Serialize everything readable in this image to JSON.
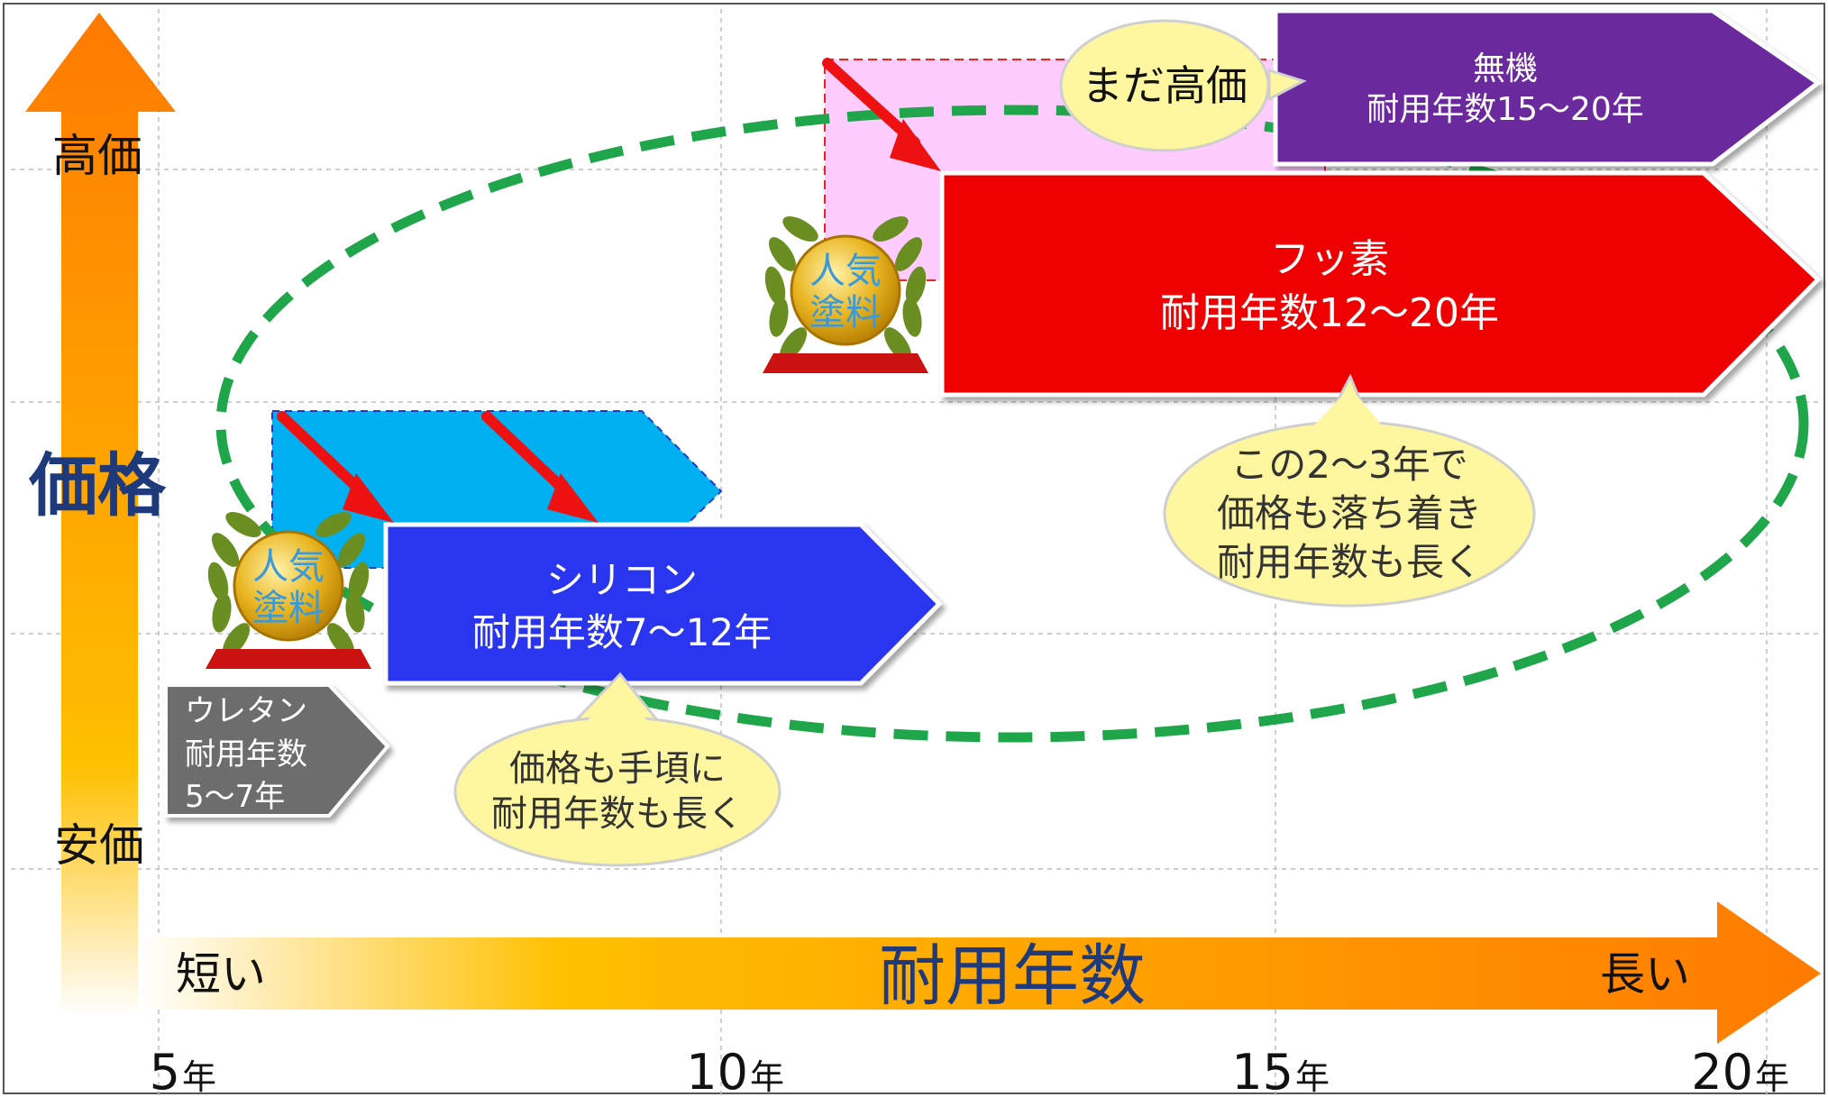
{
  "y_axis": {
    "title": "価格",
    "high": "高価",
    "low": "安価"
  },
  "x_axis": {
    "title": "耐用年数",
    "short": "短い",
    "long": "長い",
    "ticks": [
      {
        "num": "5",
        "unit": "年"
      },
      {
        "num": "10",
        "unit": "年"
      },
      {
        "num": "15",
        "unit": "年"
      },
      {
        "num": "20",
        "unit": "年"
      }
    ]
  },
  "paints": {
    "urethane": {
      "line1": "ウレタン",
      "line2": "耐用年数",
      "line3": "5～7年",
      "color": "#6d6d6d"
    },
    "silicone": {
      "line1": "シリコン",
      "line2": "耐用年数7～12年",
      "color": "#2a35ef"
    },
    "fluorine": {
      "line1": "フッ素",
      "line2": "耐用年数12～20年",
      "color": "#ee0000"
    },
    "inorganic": {
      "line1": "無機",
      "line2": "耐用年数15～20年",
      "color": "#6a2c9e"
    }
  },
  "badge": {
    "line1": "人気",
    "line2": "塗料"
  },
  "callouts": {
    "still_expensive": "まだ高価",
    "fluorine_note": [
      "この2～3年で",
      "価格も落ち着き",
      "耐用年数も長く"
    ],
    "silicone_note": [
      "価格も手頃に",
      "耐用年数も長く"
    ]
  },
  "colors": {
    "axis_orange": "#ff7a00",
    "axis_yellow": "#ffc000",
    "ghost_silicone": "#00b0f0",
    "ghost_fluorine": "#ffccff",
    "ellipse": "#1fa64a",
    "shift_arrow": "#ee1111",
    "callout_fill": "#fff7a0"
  }
}
